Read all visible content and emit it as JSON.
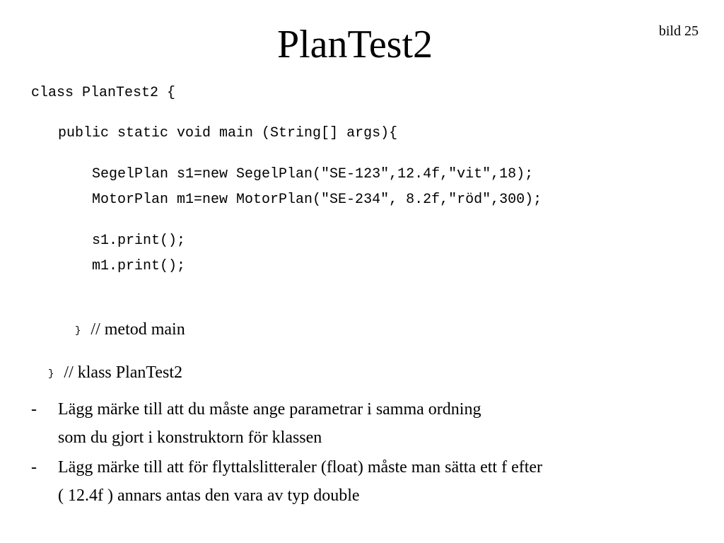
{
  "slide": {
    "number_label": "bild 25",
    "title": "PlanTest2"
  },
  "code": {
    "line1": "class PlanTest2 {",
    "line2": "public static void main (String[] args){",
    "line3": "SegelPlan s1=new SegelPlan(\"SE-123\",12.4f,\"vit\",18);",
    "line4": "MotorPlan m1=new MotorPlan(\"SE-234\", 8.2f,\"röd\",300);",
    "line5": "s1.print();",
    "line6": "m1.print();",
    "end_method_brace": "}",
    "end_method_comment": "// metod main",
    "end_class_brace": "}",
    "end_class_comment": "// klass PlanTest2"
  },
  "notes": [
    {
      "dash": "-",
      "line1": "Lägg märke till att du måste ange parametrar i samma ordning",
      "line2": "som du gjort i konstruktorn för klassen"
    },
    {
      "dash": "-",
      "line1": "Lägg märke till att för flyttalslitteraler (float)  måste man sätta ett f efter",
      "line2": "( 12.4f ) annars antas den vara av typ double"
    }
  ]
}
